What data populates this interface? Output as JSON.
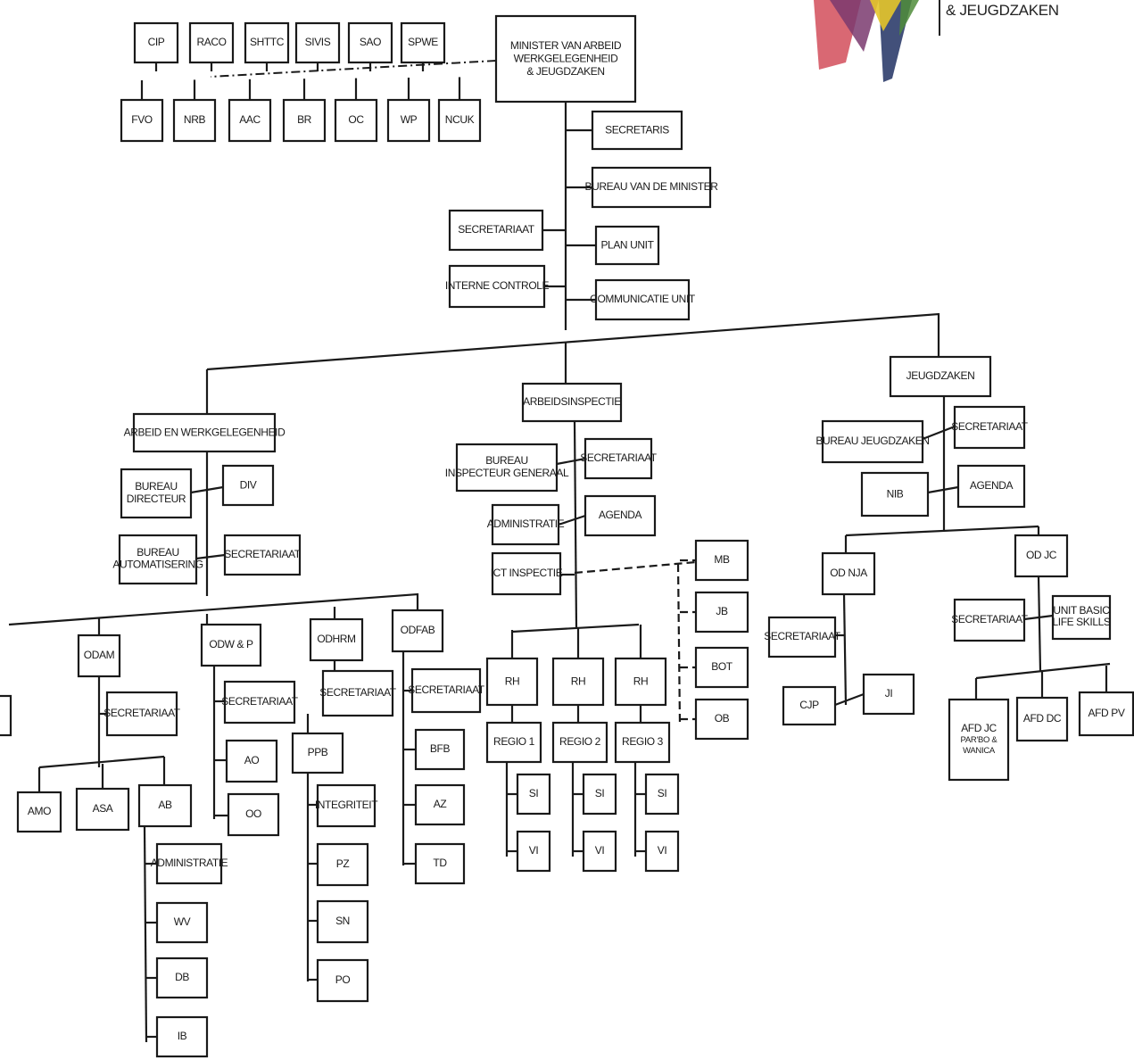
{
  "logo": {
    "text": "& JEUGDZAKEN",
    "colors": [
      "#d24d5b",
      "#7a3a6e",
      "#2e3d6b",
      "#e6c52a",
      "#4f8c3a"
    ]
  },
  "org_chart": {
    "minister": "MINISTER VAN ARBEID\nWERKGELEGENHEID\n& JEUGDZAKEN",
    "advisory_bodies_top": [
      "CIP",
      "RACO",
      "SHTTC",
      "SIVIS",
      "SAO",
      "SPWE"
    ],
    "advisory_bodies_bottom": [
      "FVO",
      "NRB",
      "AAC",
      "BR",
      "OC",
      "WP",
      "NCUK"
    ],
    "staff_right": [
      "SECRETARIS",
      "BUREAU  VAN DE MINISTER",
      "PLAN UNIT",
      "COMMUNICATIE UNIT"
    ],
    "staff_left": [
      "SECRETARIAAT",
      "INTERNE CONTROLE"
    ],
    "divisions": {
      "arbeid": {
        "title": "ARBEID EN WERKGELEGENHEID",
        "bureau_directeur": "BUREAU\nDIRECTEUR",
        "div": "DIV",
        "bureau_automatisering": "BUREAU\nAUTOMATISERING",
        "secretariaat": "SECRETARIAAT",
        "odam": "ODAM",
        "odam_secretariaat": "SECRETARIAAT",
        "odam_units": [
          "AMO",
          "ASA",
          "AB"
        ],
        "ab_units": [
          "ADMINISTRATIE",
          "WV",
          "DB",
          "IB"
        ],
        "odwp": "ODW & P",
        "odwp_secretariaat": "SECRETARIAAT",
        "odwp_units": [
          "AO",
          "OO"
        ],
        "odhrm": "ODHRM",
        "odhrm_secretariaat": "SECRETARIAAT",
        "ppb": "PPB",
        "ppb_units": [
          "INTEGRITEIT",
          "PZ",
          "SN",
          "PO"
        ],
        "odfab": "ODFAB",
        "odfab_secretariaat": "SECRETARIAAT",
        "odfab_units": [
          "BFB",
          "AZ",
          "TD"
        ]
      },
      "inspectie": {
        "title": "ARBEIDSINSPECTIE",
        "bureau": "BUREAU\nINSPECTEUR GENERAAL",
        "secretariaat": "SECRETARIAAT",
        "administratie": "ADMINISTRATIE",
        "agenda": "AGENDA",
        "ict": "ICT INSPECTIE",
        "dashed_units": [
          "MB",
          "JB",
          "BOT",
          "OB"
        ],
        "rh": [
          "RH",
          "RH",
          "RH"
        ],
        "regios": [
          "REGIO 1",
          "REGIO 2",
          "REGIO 3"
        ],
        "region_units": [
          "SI",
          "VI"
        ]
      },
      "jeugd": {
        "title": "JEUGDZAKEN",
        "bureau": "BUREAU JEUGDZAKEN",
        "secretariaat": "SECRETARIAAT",
        "nib": "NIB",
        "agenda": "AGENDA",
        "od_nja": "OD NJA",
        "od_nja_secretariaat": "SECRETARIAAT",
        "od_nja_units": [
          "CJP",
          "JI"
        ],
        "od_jc": "OD JC",
        "od_jc_secretariaat": "SECRETARIAAT",
        "unit_basic": "UNIT BASIC\nLIFE SKILLS",
        "afd_jc": "AFD JC",
        "afd_jc_sub": "PAR'BO &\nWANICA",
        "afd_dc": "AFD DC",
        "afd_pv": "AFD PV"
      }
    }
  }
}
